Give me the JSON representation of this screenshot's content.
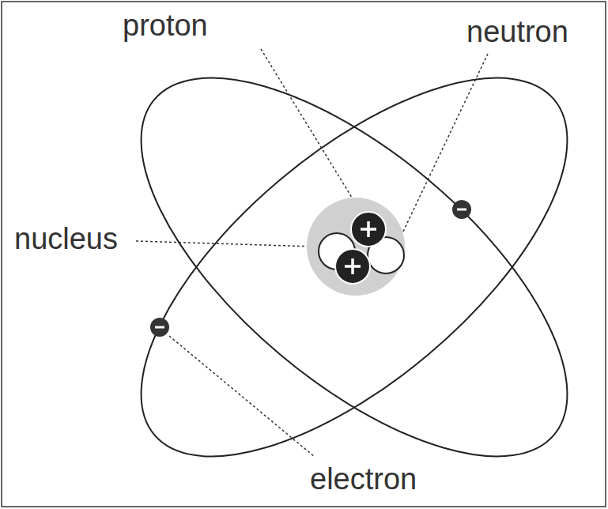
{
  "diagram": {
    "labels": [
      "proton",
      "neutron",
      "nucleus",
      "electron"
    ]
  }
}
